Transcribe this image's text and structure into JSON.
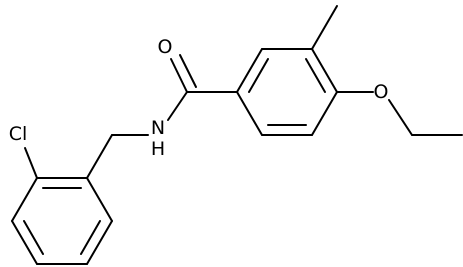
{
  "atom_labels": {
    "chlorine": "Cl",
    "amide_nitrogen": "N",
    "amide_hydrogen": "H",
    "carbonyl_oxygen": "O",
    "ether_oxygen": "O"
  },
  "colors": {
    "background": "#ffffff",
    "bond": "#000000",
    "label": "#000000"
  }
}
